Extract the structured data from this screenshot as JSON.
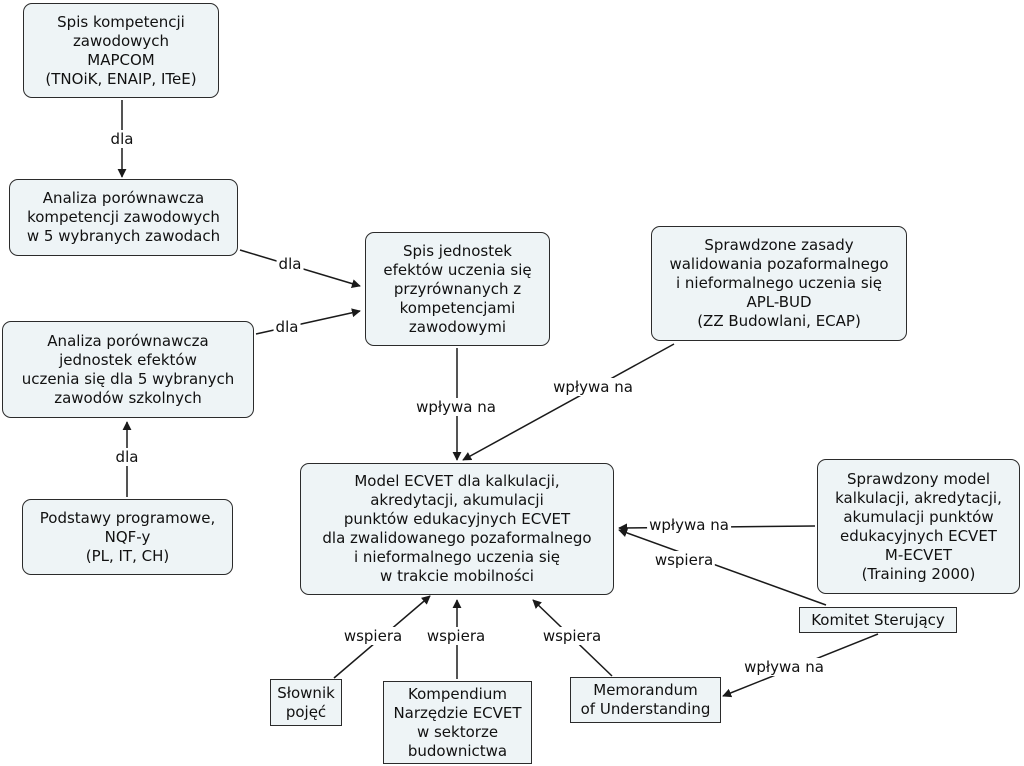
{
  "nodes": {
    "spis_kompetencji": "Spis kompetencji\nzawodowych\nMAPCOM\n(TNOiK, ENAIP, ITeE)",
    "analiza_kompetencji": "Analiza porównawcza\nkompetencji zawodowych\nw 5 wybranych zawodach",
    "analiza_jednostek": "Analiza porównawcza\njednostek efektów\nuczenia się dla 5 wybranych\nzawodów szkolnych",
    "podstawy": "Podstawy programowe,\nNQF-y\n(PL, IT, CH)",
    "spis_jednostek": "Spis jednostek\nefektów uczenia się\nprzyrównanych z\nkompetencjami\nzawodowymi",
    "sprawdzone_zasady": "Sprawdzone zasady\nwalidowania pozaformalnego\ni nieformalnego uczenia się\nAPL-BUD\n(ZZ Budowlani, ECAP)",
    "model_ecvet": "Model ECVET dla kalkulacji,\nakredytacji, akumulacji\npunktów edukacyjnych ECVET\ndla zwalidowanego pozaformalnego\ni nieformalnego uczenia się\nw trakcie mobilności",
    "sprawdzony_model": "Sprawdzony model\nkalkulacji, akredytacji,\nakumulacji punktów\nedukacyjnych ECVET\nM-ECVET\n(Training 2000)",
    "komitet": "Komitet Sterujący",
    "slownik": "Słownik\npojęć",
    "kompendium": "Kompendium\nNarzędzie ECVET\nw sektorze\nbudownictwa",
    "memorandum": "Memorandum\nof Understanding"
  },
  "labels": {
    "dla_1": "dla",
    "dla_2": "dla",
    "dla_3": "dla",
    "dla_4": "dla",
    "wplywa_1": "wpływa na",
    "wplywa_2": "wpływa na",
    "wplywa_3": "wpływa na",
    "wplywa_4": "wpływa na",
    "wspiera_1": "wspiera",
    "wspiera_2": "wspiera",
    "wspiera_3": "wspiera",
    "wspiera_4": "wspiera"
  },
  "colors": {
    "node_fill": "#eef4f6",
    "node_border": "#2b2b2b",
    "line": "#1a1a1a"
  }
}
